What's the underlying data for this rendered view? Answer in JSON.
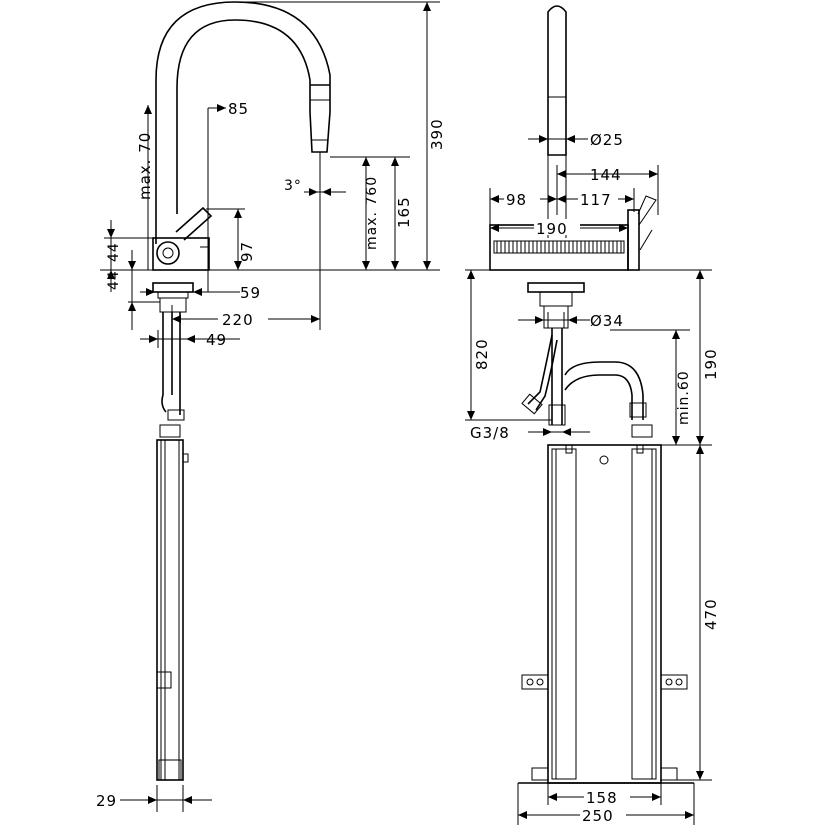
{
  "drawing": {
    "side_view": {
      "labels": {
        "max70": "max. 70",
        "d85": "85",
        "d390": "390",
        "max760": "max. 760",
        "d165": "165",
        "deg3": "3°",
        "d97": "97",
        "d44a": "44",
        "d44b": "44",
        "d59": "59",
        "d220": "220",
        "d49": "49",
        "d29": "29"
      }
    },
    "front_view": {
      "labels": {
        "dia25": "Ø25",
        "d144": "144",
        "d98": "98",
        "d117": "117",
        "d190h": "190",
        "d820": "820",
        "dia34": "Ø34",
        "min60": "min.60",
        "d190v": "190",
        "g38": "G3/8",
        "d470": "470",
        "d158": "158",
        "d250": "250"
      }
    }
  }
}
